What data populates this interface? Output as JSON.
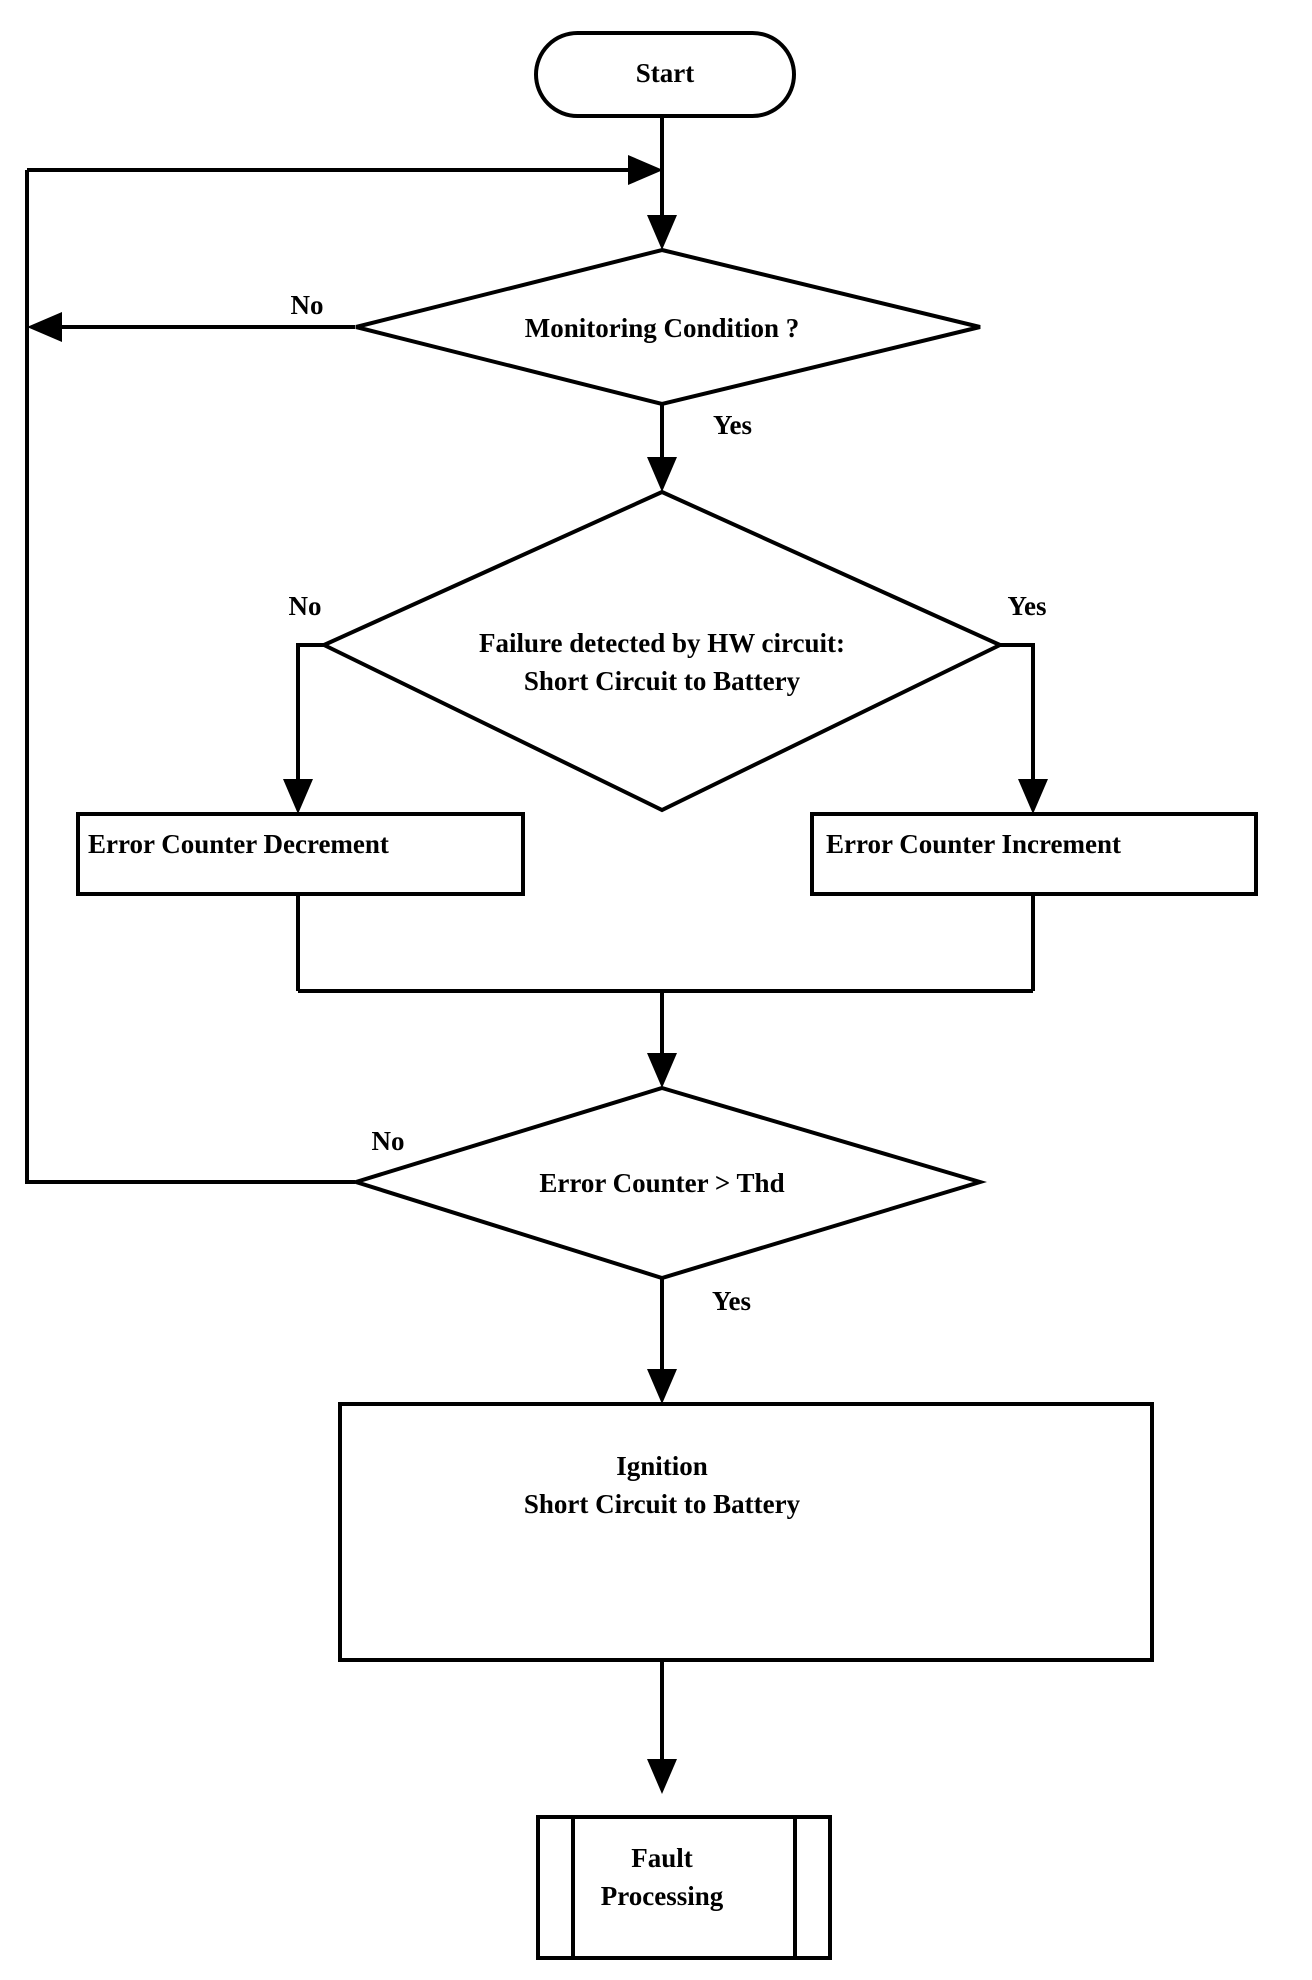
{
  "diagram": {
    "title": "Short Circuit to Battery monitoring flowchart",
    "type": "flowchart",
    "colors": {
      "stroke": "#000000",
      "fill": "#ffffff",
      "text": "#000000"
    },
    "nodes": {
      "start": {
        "shape": "terminator",
        "label": "Start"
      },
      "monitoring_condition": {
        "shape": "decision",
        "label": "Monitoring Condition ?"
      },
      "failure_detected": {
        "shape": "decision",
        "label_line1": "Failure detected by HW circuit:",
        "label_line2": "Short Circuit to Battery"
      },
      "error_counter_decrement": {
        "shape": "process",
        "label": "Error Counter Decrement"
      },
      "error_counter_increment": {
        "shape": "process",
        "label": "Error Counter Increment"
      },
      "error_counter_threshold": {
        "shape": "decision",
        "label": "Error Counter >  Thd"
      },
      "ignition": {
        "shape": "process",
        "label_line1": "Ignition",
        "label_line2": "Short Circuit to Battery"
      },
      "fault_processing": {
        "shape": "predefined-process",
        "label_line1": "Fault",
        "label_line2": "Processing"
      }
    },
    "edge_labels": {
      "monitoring_no": "No",
      "monitoring_yes": "Yes",
      "failure_no": "No",
      "failure_yes": "Yes",
      "threshold_no": "No",
      "threshold_yes": "Yes"
    }
  }
}
